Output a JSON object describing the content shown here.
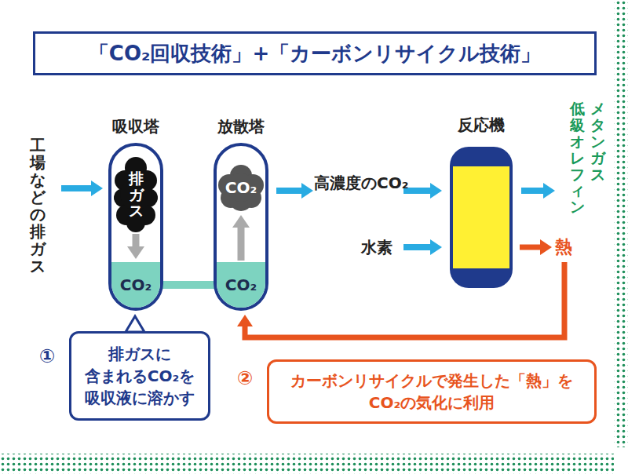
{
  "diagram": {
    "title": "「CO₂回収技術」+「カーボンリサイクル技術」",
    "nodes": [
      {
        "text": [
          "吸収塔"
        ]
      },
      {
        "text": [
          "排ガス"
        ],
        "in": 0
      },
      {
        "text": [
          "CO₂"
        ],
        "in": 0
      },
      {
        "text": [
          "放散塔"
        ]
      },
      {
        "text": [
          "CO₂"
        ],
        "in": 3
      },
      {
        "text": [
          "CO₂"
        ],
        "in": 3
      },
      {
        "text": [
          "反応機"
        ]
      },
      {
        "text": [
          "排ガスに 含まれるCO₂を 吸収液に溶かす"
        ]
      },
      {
        "text": [
          "カーボンリサイクルで発生した「熱」を CO₂の気化に利用"
        ]
      }
    ],
    "edges": [
      {
        "from": 1,
        "to": 2,
        "arrow": "to"
      },
      {
        "from": 2,
        "to": 5,
        "arrow": "none"
      },
      {
        "from": 5,
        "to": 4,
        "arrow": "to"
      }
    ],
    "labels": [
      "工場などの排ガス",
      "高濃度のCO₂",
      "水素",
      "メタンガス",
      "低級オレフィン",
      "熱",
      "①",
      "②"
    ]
  }
}
